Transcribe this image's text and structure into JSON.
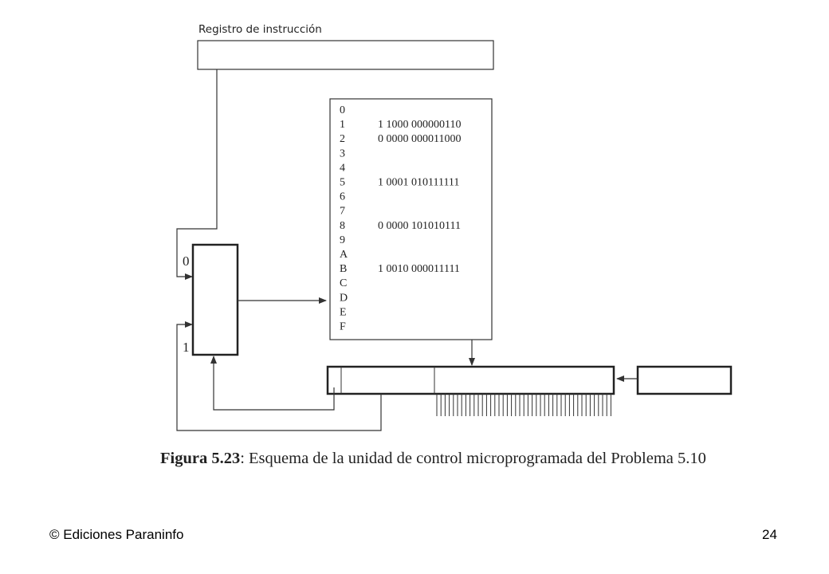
{
  "diagram": {
    "ir_label": "Registro de instrucción",
    "mux_input_0": "0",
    "mux_input_1": "1",
    "rom": {
      "addresses": [
        "0",
        "1",
        "2",
        "3",
        "4",
        "5",
        "6",
        "7",
        "8",
        "9",
        "A",
        "B",
        "C",
        "D",
        "E",
        "F"
      ],
      "contents": [
        "",
        "1 1000 000000110",
        "0 0000 000011000",
        "",
        "",
        "1 0001 010111111",
        "",
        "",
        "0 0000 101010111",
        "",
        "",
        "1 0010 000011111",
        "",
        "",
        "",
        ""
      ]
    }
  },
  "caption": {
    "label": "Figura 5.23",
    "text": ": Esquema de la unidad de control microprogramada del Problema 5.10"
  },
  "footer": {
    "left": "© Ediciones Paraninfo",
    "right": "24"
  }
}
